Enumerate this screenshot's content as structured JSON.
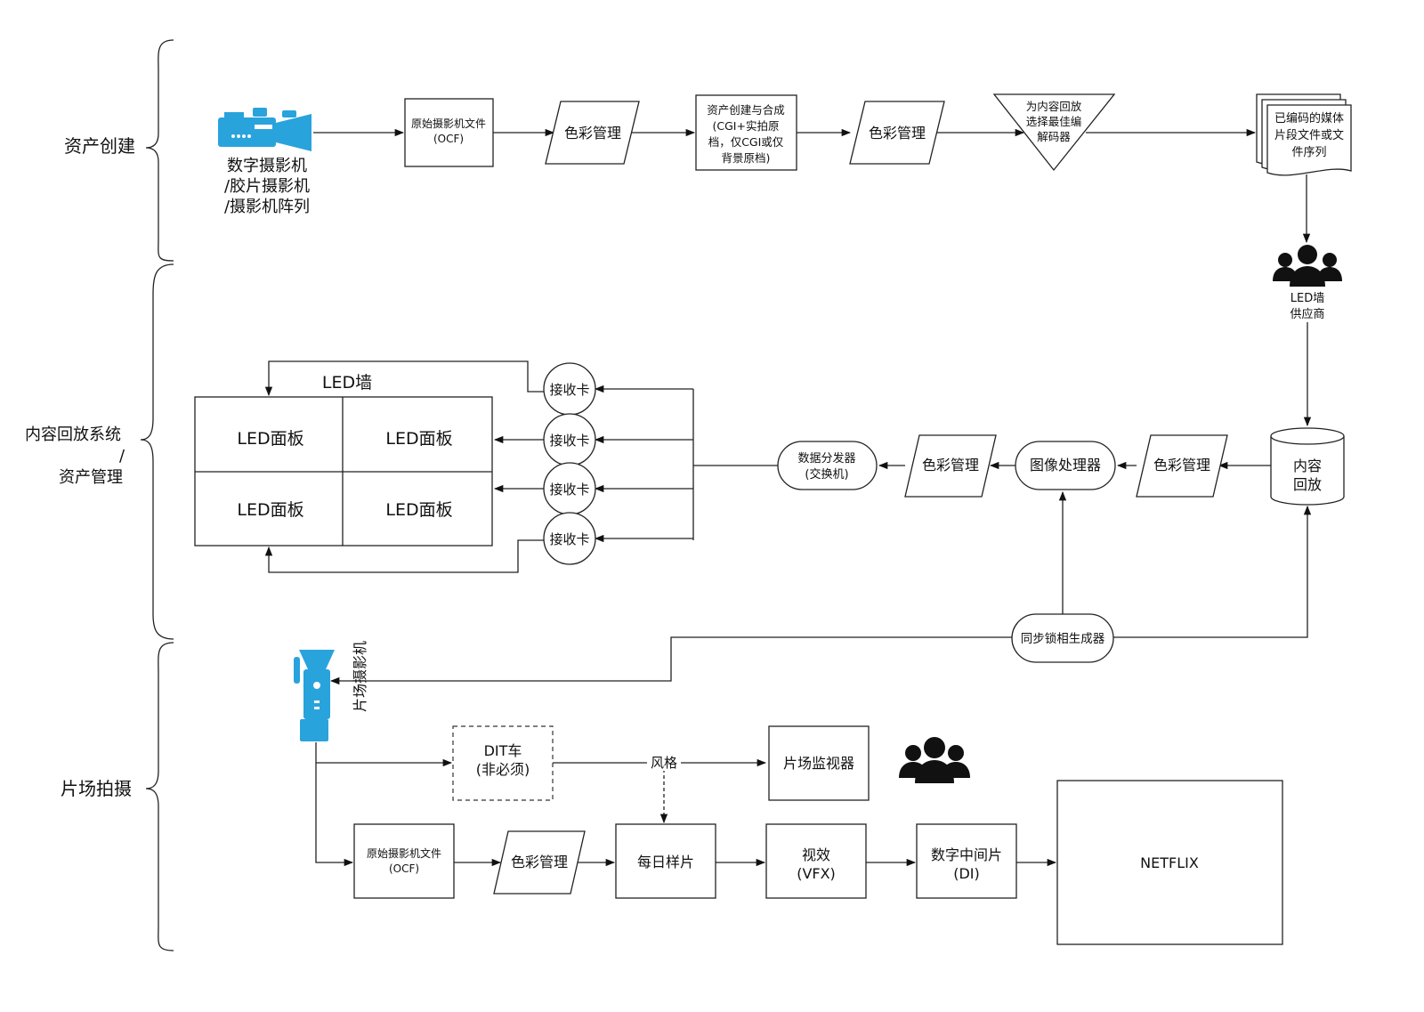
{
  "sections": {
    "asset_creation": "资产创建",
    "content_playback_line1": "内容回放系统",
    "content_playback_slash": "/",
    "content_playback_line2": "资产管理",
    "on_set": "片场拍摄"
  },
  "top_row": {
    "camera_label_line1": "数字摄影机",
    "camera_label_line2": "/胶片摄影机",
    "camera_label_line3": "/摄影机阵列",
    "ocf_line1": "原始摄影机文件",
    "ocf_line2": "(OCF)",
    "color_mgmt_1": "色彩管理",
    "asset_comp_line1": "资产创建与合成",
    "asset_comp_line2": "(CGI+实拍原",
    "asset_comp_line3": "档，仅CGI或仅",
    "asset_comp_line4": "背景原档)",
    "color_mgmt_2": "色彩管理",
    "codec_line1": "为内容回放",
    "codec_line2": "选择最佳编",
    "codec_line3": "解码器",
    "media_line1": "已编码的媒体",
    "media_line2": "片段文件或文",
    "media_line3": "件序列"
  },
  "vendor": {
    "line1": "LED墙",
    "line2": "供应商",
    "icon": "people-group-icon"
  },
  "playback_row": {
    "led_wall_title": "LED墙",
    "led_panels": [
      "LED面板",
      "LED面板",
      "LED面板",
      "LED面板"
    ],
    "receiver_cards": [
      "接收卡",
      "接收卡",
      "接收卡",
      "接收卡"
    ],
    "distributor_line1": "数据分发器",
    "distributor_line2": "(交换机)",
    "color_mgmt_3": "色彩管理",
    "image_processor": "图像处理器",
    "color_mgmt_4": "色彩管理",
    "playback_line1": "内容",
    "playback_line2": "回放",
    "genlock": "同步锁相生成器"
  },
  "bottom_row": {
    "set_camera_label": "片场摄影机",
    "dit_line1": "DIT车",
    "dit_line2": "(非必须)",
    "style_label": "风格",
    "set_monitor": "片场监视器",
    "ocf_line1": "原始摄影机文件",
    "ocf_line2": "(OCF)",
    "color_mgmt_5": "色彩管理",
    "dailies": "每日样片",
    "vfx_line1": "视效",
    "vfx_line2": "(VFX)",
    "di_line1": "数字中间片",
    "di_line2": "(DI)",
    "netflix": "NETFLIX"
  },
  "colors": {
    "camera_blue": "#29a3dc",
    "line": "#222222"
  }
}
